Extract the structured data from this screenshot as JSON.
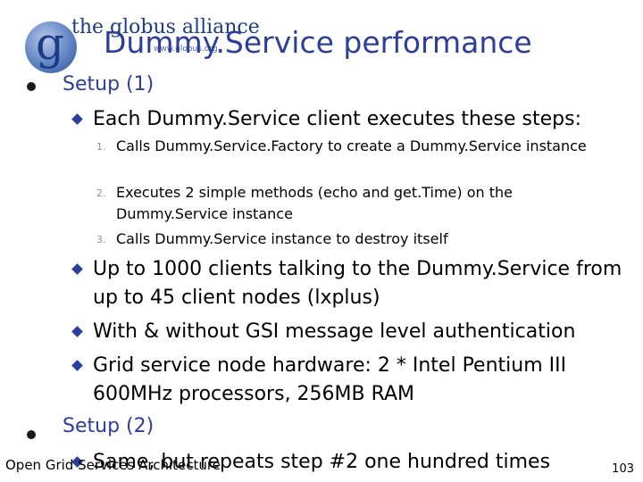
{
  "logo": {
    "name": "the globus alliance",
    "url": "www.globus.org"
  },
  "title": "Dummy.Service performance",
  "setup1": {
    "heading": "Setup (1)",
    "steps_intro": "Each Dummy.Service client executes these steps:",
    "steps": [
      {
        "num": "1.",
        "text": "Calls Dummy.Service.Factory to create a Dummy.Service instance"
      },
      {
        "num": "2.",
        "text": "Executes 2 simple methods (echo and get.Time) on the Dummy.Service instance"
      },
      {
        "num": "3.",
        "text": "Calls Dummy.Service instance to destroy itself"
      }
    ],
    "points": [
      "Up to 1000 clients talking to the Dummy.Service from up to 45 client nodes (lxplus)",
      "With & without GSI message level authentication",
      "Grid service node hardware: 2 * Intel Pentium III 600MHz processors, 256MB RAM"
    ]
  },
  "setup2": {
    "heading": "Setup (2)",
    "points": [
      "Same, but repeats step #2 one hundred times"
    ]
  },
  "footer": "Open Grid Services Architecture",
  "page_number": "103"
}
